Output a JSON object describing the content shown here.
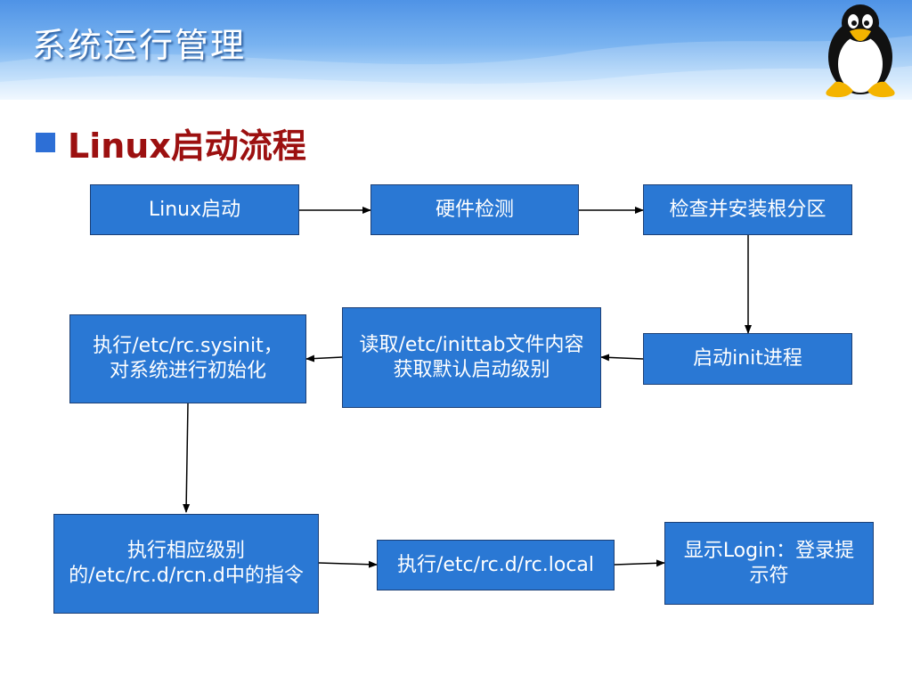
{
  "slide": {
    "title": "系统运行管理",
    "bullet_title": "Linux启动流程"
  },
  "flow": {
    "boxes": [
      {
        "id": "b1",
        "label": "Linux启动"
      },
      {
        "id": "b2",
        "label": "硬件检测"
      },
      {
        "id": "b3",
        "label": "检查并安装根分区"
      },
      {
        "id": "b4",
        "label": "启动init进程"
      },
      {
        "id": "b5",
        "label": "读取/etc/inittab文件内容获取默认启动级别"
      },
      {
        "id": "b6",
        "label": "执行/etc/rc.sysinit，对系统进行初始化"
      },
      {
        "id": "b7",
        "label": "执行相应级别的/etc/rc.d/rcn.d中的指令"
      },
      {
        "id": "b8",
        "label": "执行/etc/rc.d/rc.local"
      },
      {
        "id": "b9",
        "label": "显示Login：登录提示符"
      }
    ],
    "connections": [
      [
        "b1",
        "b2"
      ],
      [
        "b2",
        "b3"
      ],
      [
        "b3",
        "b4"
      ],
      [
        "b4",
        "b5"
      ],
      [
        "b5",
        "b6"
      ],
      [
        "b6",
        "b7"
      ],
      [
        "b7",
        "b8"
      ],
      [
        "b8",
        "b9"
      ]
    ]
  },
  "colors": {
    "box_fill": "#2a78d4",
    "box_text": "#ffffff",
    "title_text": "#ffffff",
    "bullet_text": "#9c1010",
    "bullet_marker": "#2d6fd6",
    "arrow": "#000000"
  },
  "icons": {
    "logo": "tux-penguin-icon",
    "bullet": "square-bullet-icon"
  }
}
